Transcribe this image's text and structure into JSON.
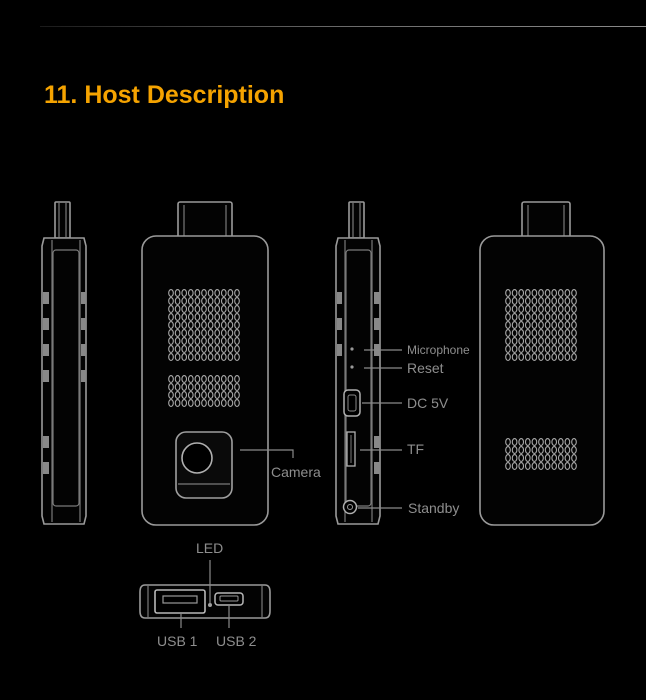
{
  "title": "11. Host Description",
  "labels": {
    "camera": "Camera",
    "microphone": "Microphone",
    "reset": "Reset",
    "dc5v": "DC 5V",
    "tf": "TF",
    "standby": "Standby",
    "led": "LED",
    "usb1": "USB 1",
    "usb2": "USB 2"
  },
  "colors": {
    "title": "#f5a300",
    "background": "#000000",
    "outline": "#9a9a9a",
    "label": "#8e8e8e"
  }
}
